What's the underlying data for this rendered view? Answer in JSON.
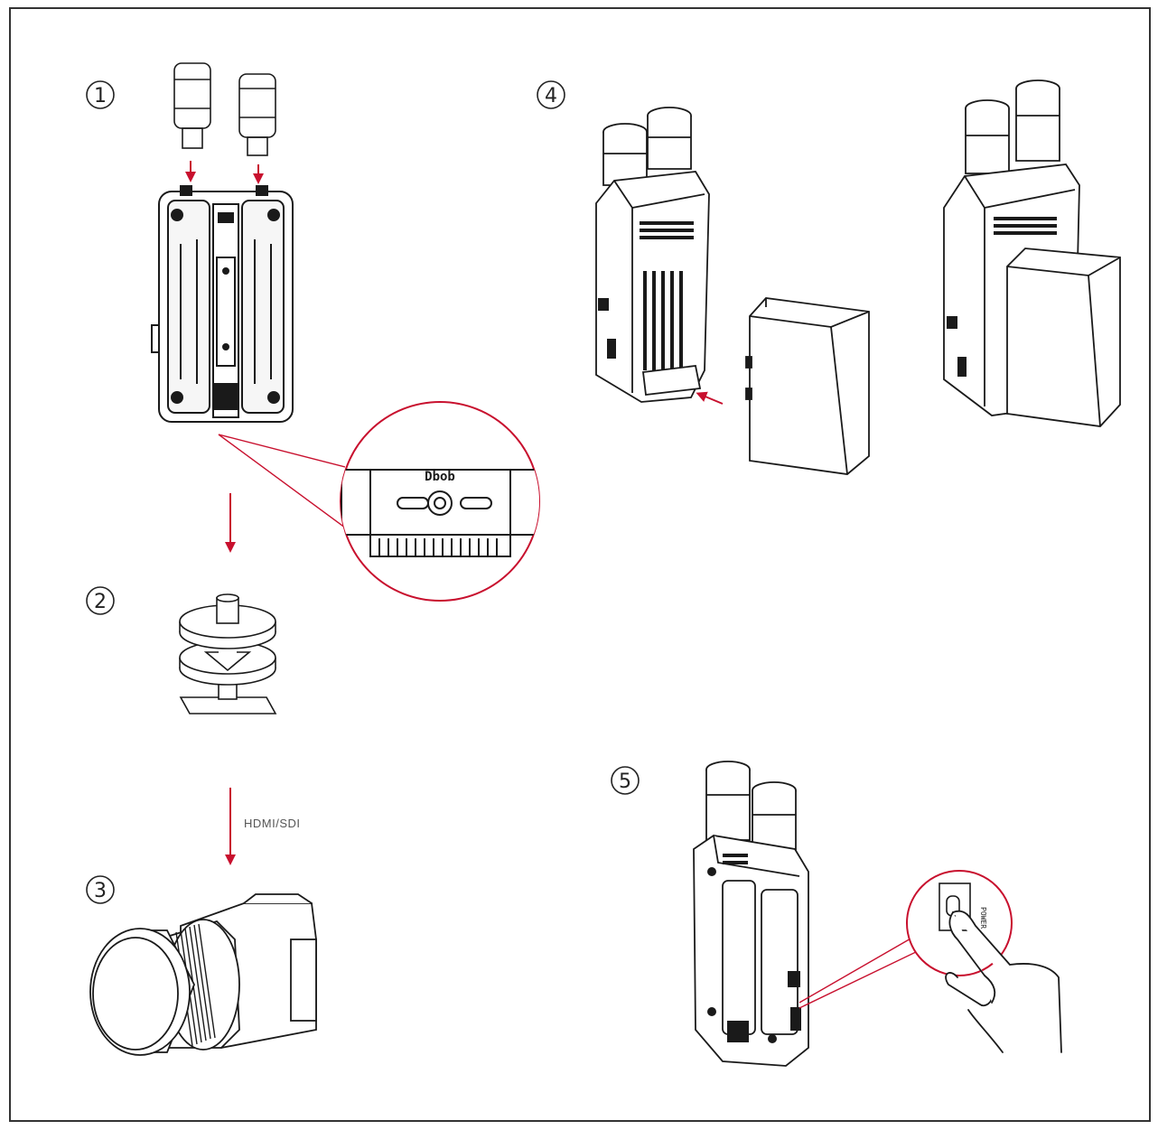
{
  "colors": {
    "accent": "#c8102e",
    "line": "#1a1a1a",
    "frame": "#333333"
  },
  "steps": [
    {
      "num": "1"
    },
    {
      "num": "2"
    },
    {
      "num": "3"
    },
    {
      "num": "4"
    },
    {
      "num": "5"
    }
  ],
  "labels": {
    "cable": "HDMI/SDI",
    "brand": "Dbob",
    "switch": "POWER"
  },
  "icons": [
    "antenna-icon",
    "transmitter-icon",
    "hot-shoe-mount-icon",
    "camera-icon",
    "battery-icon",
    "hand-icon",
    "arrow-down-icon",
    "magnifier-circle-icon"
  ]
}
